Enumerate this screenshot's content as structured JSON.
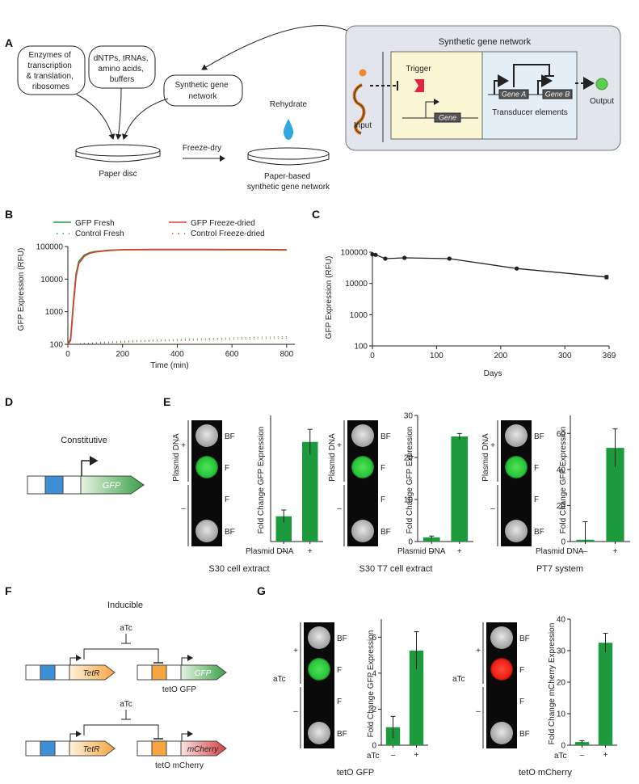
{
  "panel_labels": {
    "a": "A",
    "b": "B",
    "c": "C",
    "d": "D",
    "e": "E",
    "f": "F",
    "g": "G"
  },
  "panelA": {
    "bubbles": {
      "enzymes": [
        "Enzymes of",
        "transcription",
        "& translation,",
        "ribosomes"
      ],
      "dntps": [
        "dNTPs, tRNAs,",
        "amino acids,",
        "buffers"
      ],
      "network": [
        "Synthetic gene",
        "network"
      ]
    },
    "paper_disc": "Paper disc",
    "freeze_dry": "Freeze-dry",
    "rehydrate": "Rehydrate",
    "paper_network": [
      "Paper-based",
      "synthetic gene network"
    ],
    "box_title": "Synthetic gene network",
    "trigger": "Trigger",
    "gene": "Gene",
    "gene_a": "Gene A",
    "gene_b": "Gene B",
    "transducer": "Transducer elements",
    "input": "Input",
    "output": "Output",
    "colors": {
      "box_bg": "#e3e5ec",
      "trigger_bg": "#fbf6d4",
      "transducer_bg": "#e4eef6",
      "input_dot": "#f08a2a",
      "output_dot": "#5ccf52",
      "drop": "#2fa8de"
    }
  },
  "panelB": {
    "ylabel": "GFP Expression (RFU)",
    "xlabel": "Time (min)",
    "legend": [
      "GFP Fresh",
      "GFP Freeze-dried",
      "Control Fresh",
      "Control Freeze-dried"
    ]
  },
  "panelC": {
    "ylabel": "GFP Expression (RFU)",
    "xlabel": "Days"
  },
  "panelD": {
    "title": "Constitutive",
    "gene": "GFP"
  },
  "panelE": {
    "plasmid": "Plasmid DNA",
    "plus": "+",
    "minus": "–",
    "bf": "BF",
    "f": "F",
    "ylabel": "Fold Change GFP Expression",
    "captions": [
      "S30 cell extract",
      "S30 T7 cell extract",
      "PT7 system"
    ]
  },
  "panelF": {
    "title": "Inducible",
    "atc": "aTc",
    "tetr": "TetR",
    "gfp": "GFP",
    "mcherry": "mCherry",
    "cap1": "tetO GFP",
    "cap2": "tetO mCherry"
  },
  "panelG": {
    "atc": "aTc",
    "plus": "+",
    "minus": "–",
    "bf": "BF",
    "f": "F",
    "ylabel1": "Fold Change GFP Expression",
    "ylabel2": "Fold Change mCherry Expression",
    "captions": [
      "tetO GFP",
      "tetO mCherry"
    ]
  },
  "chart_data": [
    {
      "type": "line",
      "panel": "B",
      "x": [
        0,
        10,
        20,
        30,
        40,
        60,
        80,
        100,
        150,
        200,
        300,
        400,
        500,
        600,
        700,
        800
      ],
      "series": [
        {
          "name": "GFP Fresh",
          "values": [
            100,
            150,
            2000,
            15000,
            35000,
            55000,
            65000,
            70000,
            77000,
            80000,
            82000,
            82000,
            82000,
            81000,
            81000,
            80000
          ]
        },
        {
          "name": "GFP Freeze-dried",
          "values": [
            100,
            130,
            1500,
            12000,
            30000,
            50000,
            62000,
            68000,
            75000,
            79000,
            80000,
            80000,
            80000,
            79000,
            79000,
            78000
          ]
        },
        {
          "name": "Control Fresh",
          "values": [
            100,
            100,
            102,
            104,
            105,
            108,
            110,
            112,
            118,
            124,
            134,
            142,
            150,
            158,
            165,
            172
          ]
        },
        {
          "name": "Control Freeze-dried",
          "values": [
            98,
            98,
            100,
            101,
            102,
            104,
            106,
            108,
            112,
            116,
            124,
            130,
            136,
            142,
            148,
            154
          ]
        }
      ],
      "xlim": [
        0,
        830
      ],
      "ylim": [
        100,
        100000
      ],
      "yscale": "log",
      "xticks": [
        0,
        200,
        400,
        600,
        800
      ],
      "yticks": [
        "100",
        "1000",
        "10000",
        "100000"
      ],
      "xlabel": "Time (min)",
      "ylabel": "GFP Expression (RFU)",
      "colors": {
        "GFP Fresh": "#1e9a3e",
        "GFP Freeze-dried": "#e03c2c",
        "Control Fresh": "#1e9a3e",
        "Control Freeze-dried": "#e03c2c"
      }
    },
    {
      "type": "line",
      "panel": "C",
      "x": [
        0,
        5,
        20,
        50,
        120,
        225,
        365
      ],
      "values": [
        85000,
        82000,
        62000,
        66000,
        62000,
        30000,
        16000
      ],
      "errors": [
        3000,
        3000,
        3000,
        3000,
        3000,
        1500,
        2000
      ],
      "xlim": [
        0,
        369
      ],
      "ylim": [
        100,
        100000
      ],
      "yscale": "log",
      "xticks": [
        "0",
        "100",
        "200",
        "300",
        "369"
      ],
      "yticks": [
        "100",
        "1000",
        "10000",
        "100000"
      ],
      "xlabel": "Days",
      "ylabel": "GFP Expression (RFU)",
      "color": "#222222"
    },
    {
      "type": "bar",
      "panel": "E1",
      "caption": "S30 cell extract",
      "categories": [
        "–",
        "+"
      ],
      "values": [
        1.0,
        3.95
      ],
      "errors": [
        0.25,
        0.5
      ],
      "ylim": [
        0,
        5
      ],
      "yticks": [],
      "xlabel": "Plasmid DNA",
      "ylabel": "Fold Change GFP Expression",
      "color": "#1e9a3e"
    },
    {
      "type": "bar",
      "panel": "E2",
      "caption": "S30 T7 cell extract",
      "categories": [
        "–",
        "+"
      ],
      "values": [
        1.0,
        25.0
      ],
      "errors": [
        0.3,
        0.7
      ],
      "ylim": [
        0,
        30
      ],
      "yticks": [
        0,
        10,
        20,
        30
      ],
      "xlabel": "Plasmid DNA",
      "ylabel": "Fold Change GFP Expression",
      "color": "#1e9a3e"
    },
    {
      "type": "bar",
      "panel": "E3",
      "caption": "PT7 system",
      "categories": [
        "–",
        "+"
      ],
      "values": [
        1.0,
        52.0
      ],
      "errors": [
        10.0,
        10.5
      ],
      "ylim": [
        0,
        70
      ],
      "yticks": [
        0,
        20,
        40,
        60
      ],
      "xlabel": "Plasmid DNA",
      "ylabel": "Fold Change GFP Expression",
      "color": "#1e9a3e"
    },
    {
      "type": "bar",
      "panel": "G1",
      "caption": "tetO GFP",
      "categories": [
        "–",
        "+"
      ],
      "values": [
        1.0,
        5.25
      ],
      "errors": [
        0.6,
        1.05
      ],
      "ylim": [
        0,
        7
      ],
      "yticks": [
        0,
        2,
        4,
        6
      ],
      "xlabel": "aTc",
      "ylabel": "Fold Change GFP Expression",
      "color": "#1e9a3e"
    },
    {
      "type": "bar",
      "panel": "G2",
      "caption": "tetO mCherry",
      "categories": [
        "–",
        "+"
      ],
      "values": [
        1.0,
        32.5
      ],
      "errors": [
        0.4,
        3.0
      ],
      "ylim": [
        0,
        40
      ],
      "yticks": [
        0,
        10,
        20,
        30,
        40
      ],
      "xlabel": "aTc",
      "ylabel": "Fold Change mCherry Expression",
      "color": "#1e9a3e"
    }
  ]
}
